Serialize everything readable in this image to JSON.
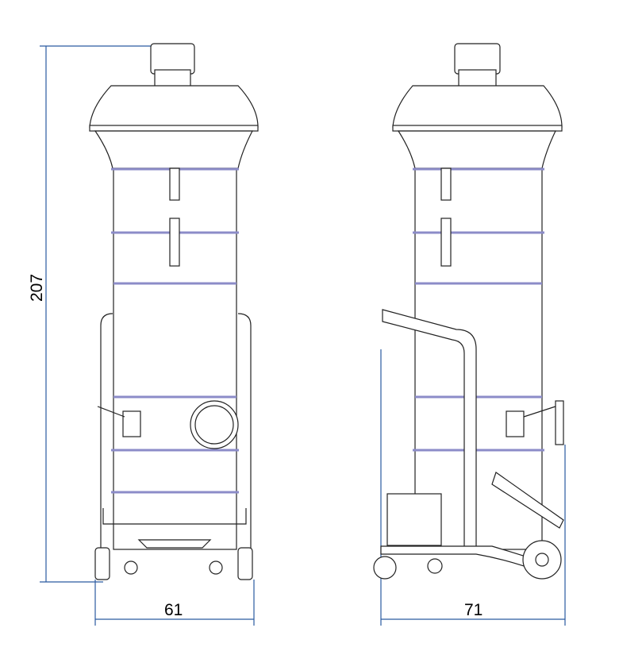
{
  "dimensions": {
    "height_label": "207",
    "front_width_label": "61",
    "side_width_label": "71"
  },
  "colors": {
    "dimension_line": "#2a5aa0",
    "band": "#8c8cc8",
    "outline": "#222222"
  }
}
